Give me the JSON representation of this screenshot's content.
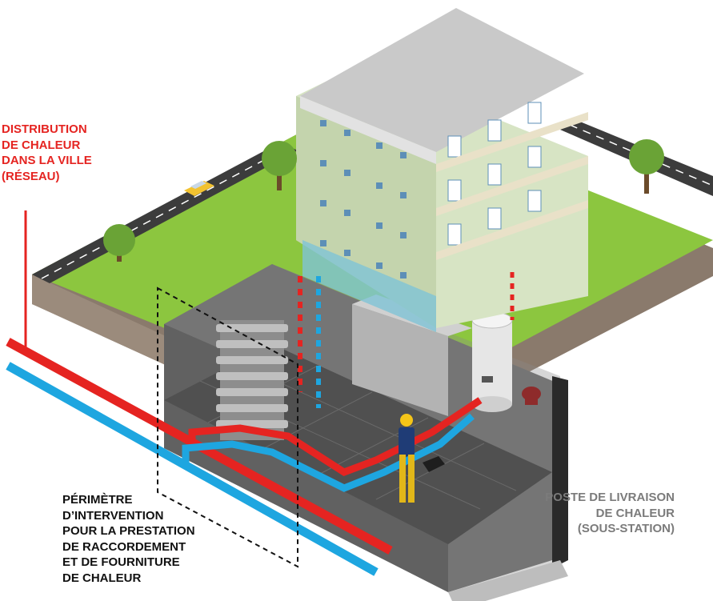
{
  "labels": {
    "distribution": [
      "DISTRIBUTION",
      "DE CHALEUR",
      "DANS LA VILLE",
      "(RÉSEAU)"
    ],
    "perimetre": [
      "PÉRIMÈTRE",
      "D’INTERVENTION",
      "POUR LA PRESTATION",
      "DE RACCORDEMENT",
      "ET DE FOURNITURE",
      "DE CHALEUR"
    ],
    "poste": [
      "POSTE DE LIVRAISON",
      "DE CHALEUR",
      "(SOUS-STATION)"
    ]
  },
  "colors": {
    "network_red": "#e52421",
    "network_blue": "#1ea6e0",
    "perimetre_text": "#111111",
    "poste_text": "#7b7b7b",
    "lawn": "#8cc63f",
    "road": "#3c3c3c",
    "basement_floor": "#505050",
    "building_facade": "#d7e4c4",
    "building_roof": "#c9c9c9"
  },
  "icons": [
    "tree-icon",
    "car-icon",
    "worker-icon",
    "tablet-icon",
    "boiler-icon",
    "heat-exchanger-icon",
    "valve-icon"
  ]
}
